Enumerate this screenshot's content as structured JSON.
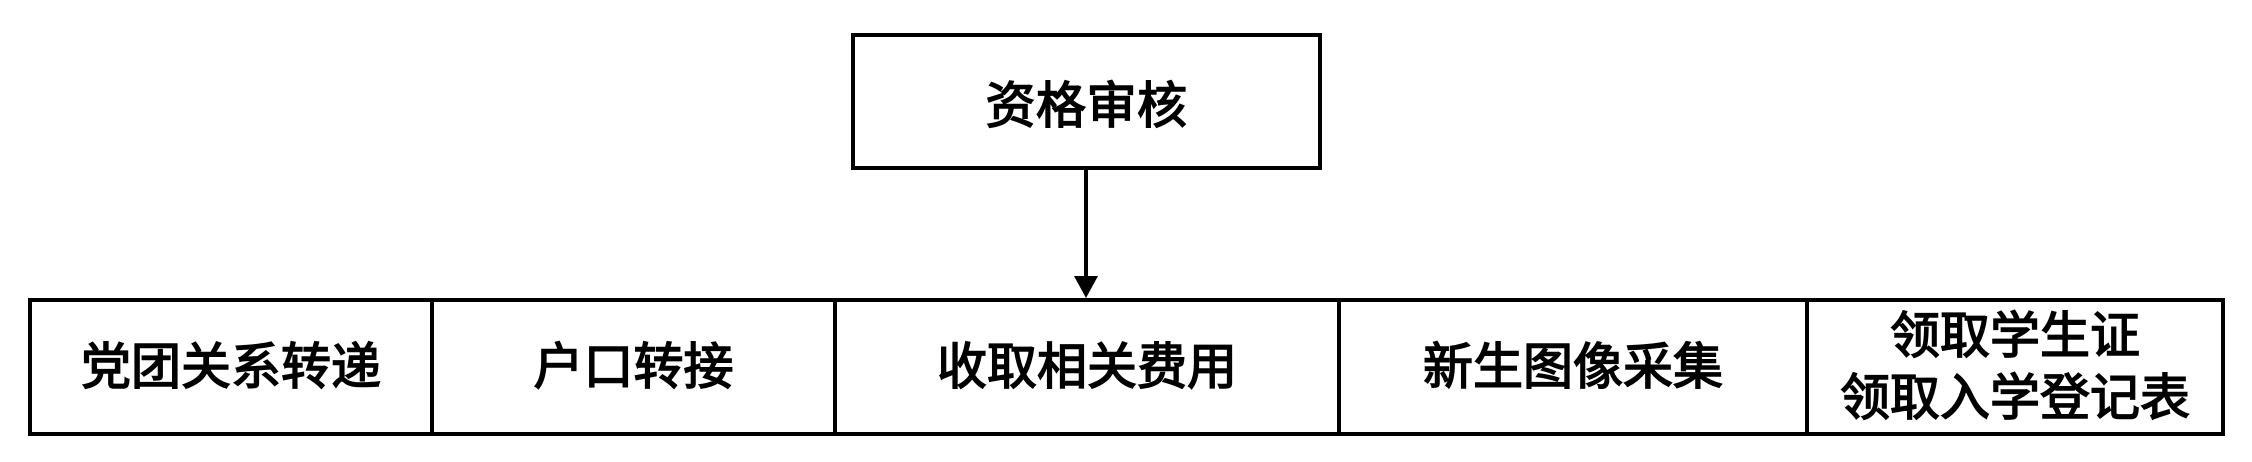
{
  "diagram": {
    "title_box": {
      "label": "资格审核"
    },
    "arrow": {
      "direction": "down"
    },
    "process_row": {
      "cells": [
        {
          "lines": [
            "党团关系转递"
          ]
        },
        {
          "lines": [
            "户口转接"
          ]
        },
        {
          "lines": [
            "收取相关费用"
          ]
        },
        {
          "lines": [
            "新生图像采集"
          ]
        },
        {
          "lines": [
            "领取学生证",
            "领取入学登记表"
          ]
        }
      ]
    },
    "colors": {
      "line": "#000000",
      "background": "#ffffff",
      "text": "#000000"
    }
  }
}
